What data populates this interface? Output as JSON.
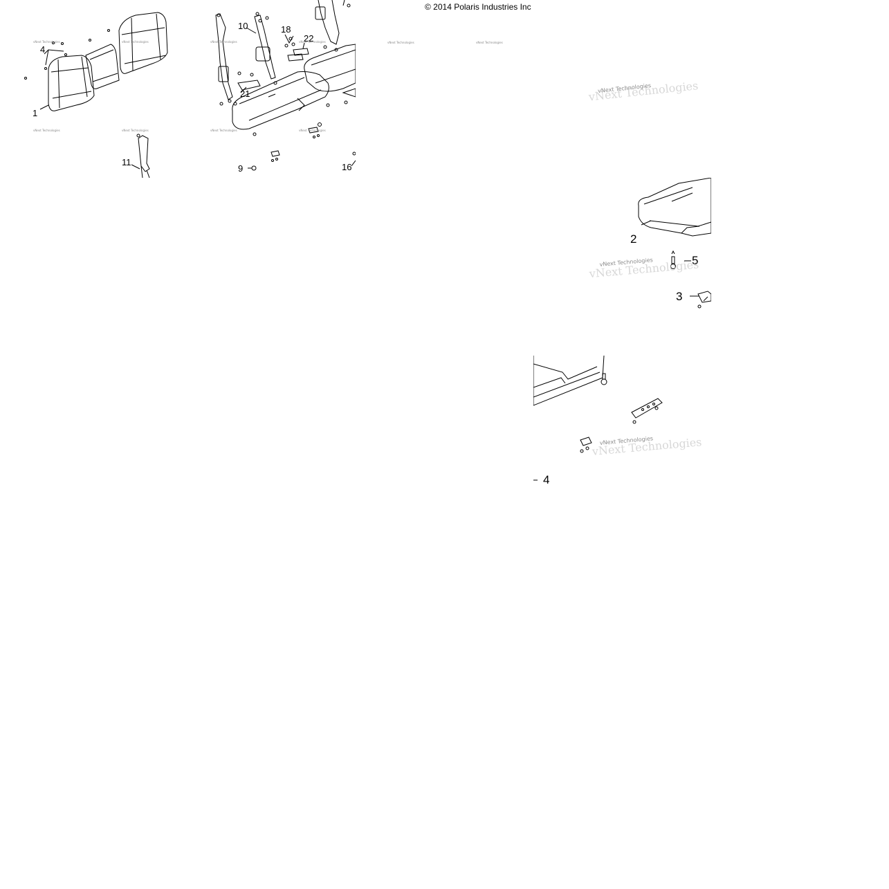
{
  "copyright": "© 2014 Polaris Industries Inc",
  "watermark": "vNext Technologies",
  "callouts": {
    "c1": "1",
    "c2": "2",
    "c3": "3",
    "c4": "4",
    "c5": "5",
    "c9": "9",
    "c10": "10",
    "c11": "11",
    "c16": "16",
    "c18": "18",
    "c21": "21",
    "c22": "22",
    "c4b": "4"
  },
  "colors": {
    "line": "#000000",
    "background": "#ffffff",
    "watermark": "#8a8a8a"
  }
}
